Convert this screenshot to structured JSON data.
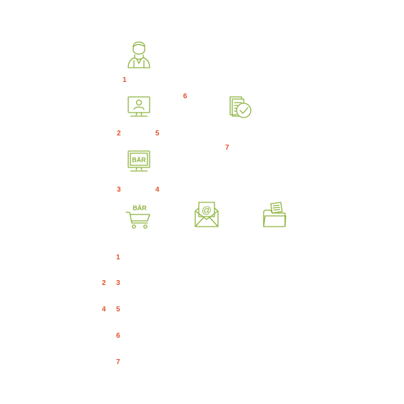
{
  "colors": {
    "icon": "#8db33e",
    "number": "#e2532d",
    "background": "#ffffff"
  },
  "icons": [
    {
      "name": "person-icon"
    },
    {
      "name": "monitor-user-icon"
    },
    {
      "name": "monitor-brand-icon",
      "text": "BÄR"
    },
    {
      "name": "shopping-cart-icon",
      "text": "BÄR"
    },
    {
      "name": "email-envelope-icon",
      "text": "@"
    },
    {
      "name": "folder-documents-icon"
    },
    {
      "name": "document-checkmark-icon"
    }
  ],
  "diagram_labels": {
    "one": "1",
    "two": "2",
    "three": "3",
    "four": "4",
    "five": "5",
    "six": "6",
    "seven": "7"
  },
  "legend_labels": {
    "one": "1",
    "two": "2",
    "three": "3",
    "four": "4",
    "five": "5",
    "six": "6",
    "seven": "7"
  }
}
